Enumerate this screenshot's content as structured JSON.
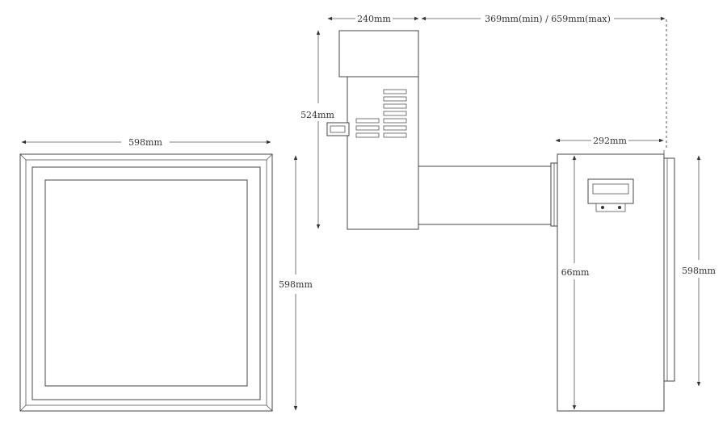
{
  "dimensions": {
    "front_width": "598mm",
    "front_height": "598mm",
    "top_width": "240mm",
    "extension": "369mm(min) / 659mm(max)",
    "top_height": "524mm",
    "side_depth": "292mm",
    "side_inner": "66mm",
    "side_height": "598mm"
  },
  "colors": {
    "line": "#444444",
    "dimension_line": "#333333",
    "background": "#ffffff"
  }
}
